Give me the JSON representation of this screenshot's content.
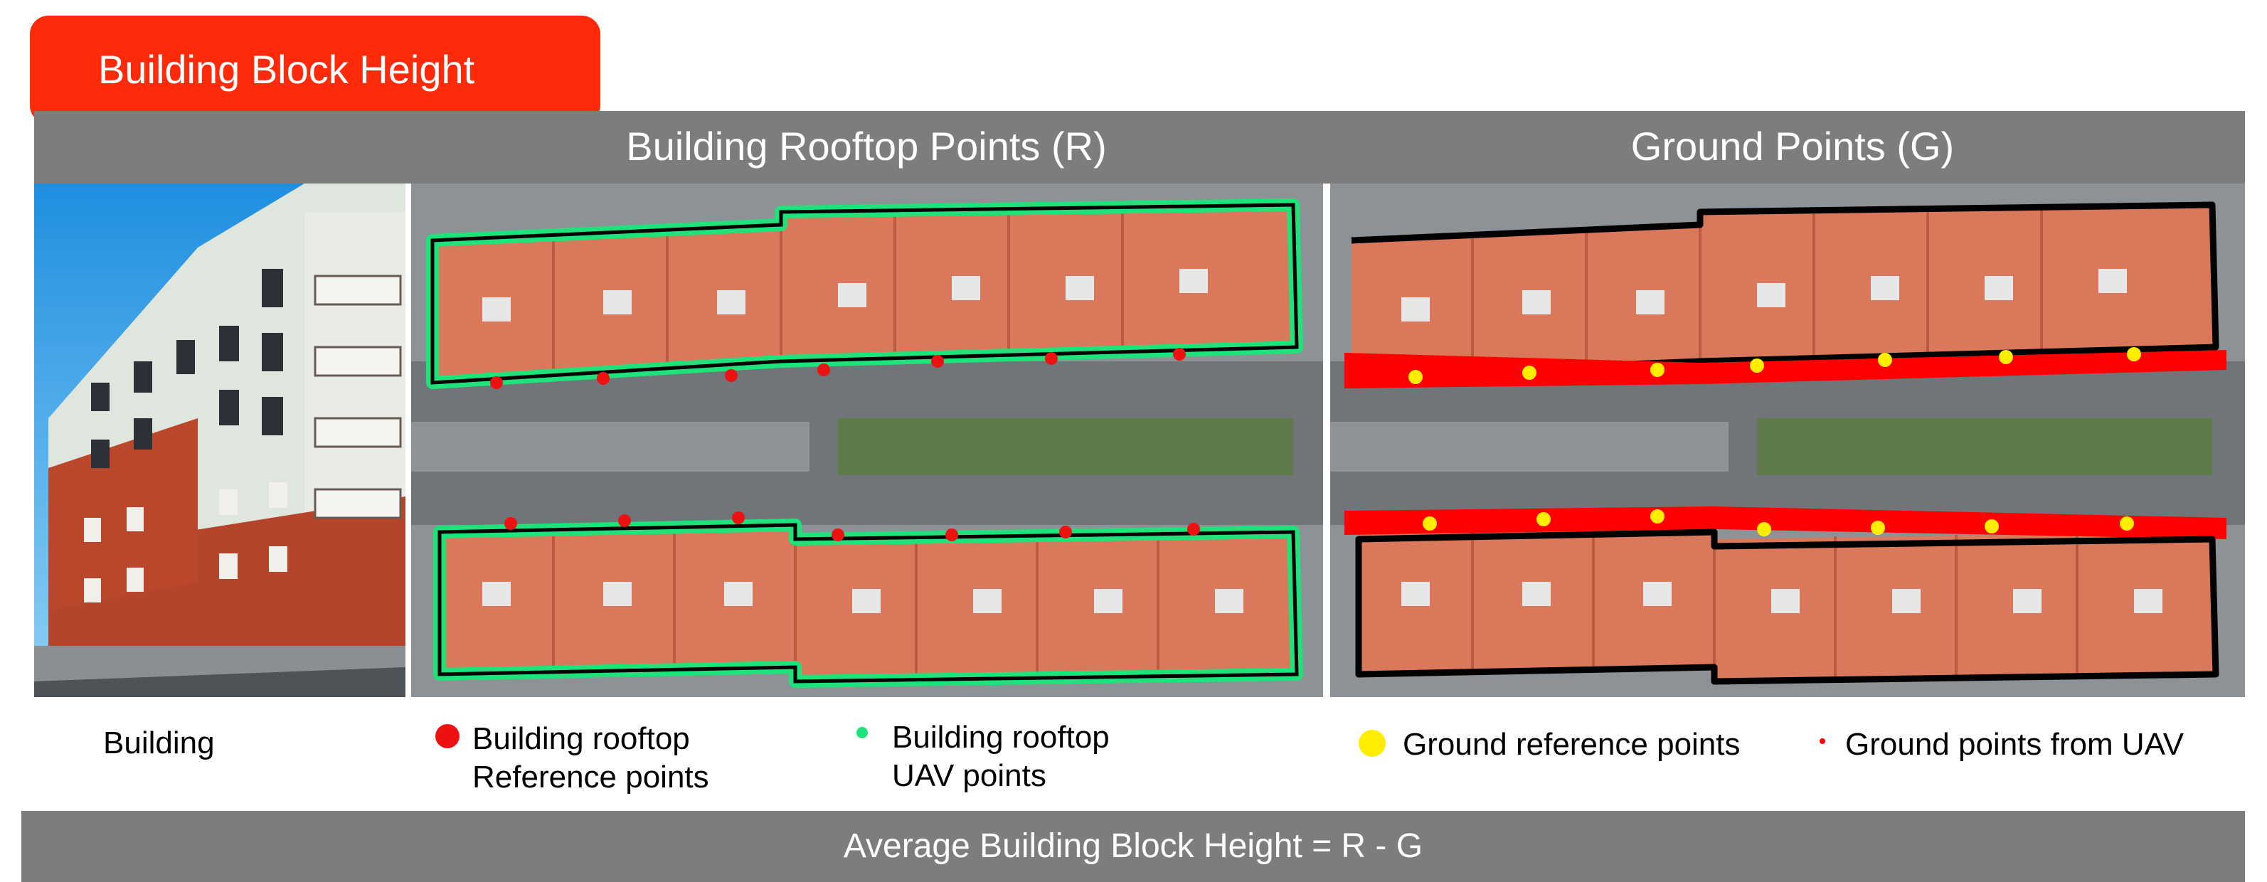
{
  "title": "Building Block Height",
  "headers": {
    "rooftop": "Building Rooftop Points (R)",
    "ground": "Ground Points (G)"
  },
  "legend": {
    "building": "Building",
    "rooftop_reference_line1": "Building rooftop",
    "rooftop_reference_line2": "Reference points",
    "rooftop_uav_line1": "Building rooftop",
    "rooftop_uav_line2": "UAV points",
    "ground_reference": "Ground reference points",
    "ground_uav": "Ground points from UAV"
  },
  "formula": "Average Building Block Height = R - G",
  "colors": {
    "title_bg": "#ff2a0a",
    "header_bg": "#7d7d7d",
    "rooftop_reference": "#ee1111",
    "rooftop_uav": "#1ee37a",
    "ground_reference": "#ffee00",
    "ground_uav": "#ff0000",
    "roof_tile": "#d9785a",
    "outline": "#000000"
  }
}
